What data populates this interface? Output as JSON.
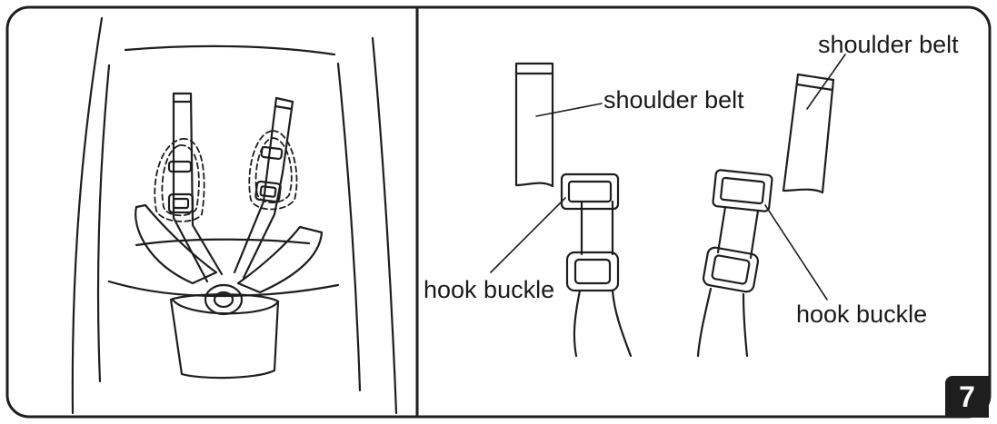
{
  "labels": {
    "center_shoulder": "shoulder belt",
    "right_shoulder": "shoulder belt",
    "left_hook": "hook buckle",
    "right_hook": "hook buckle"
  },
  "step_number": "7"
}
